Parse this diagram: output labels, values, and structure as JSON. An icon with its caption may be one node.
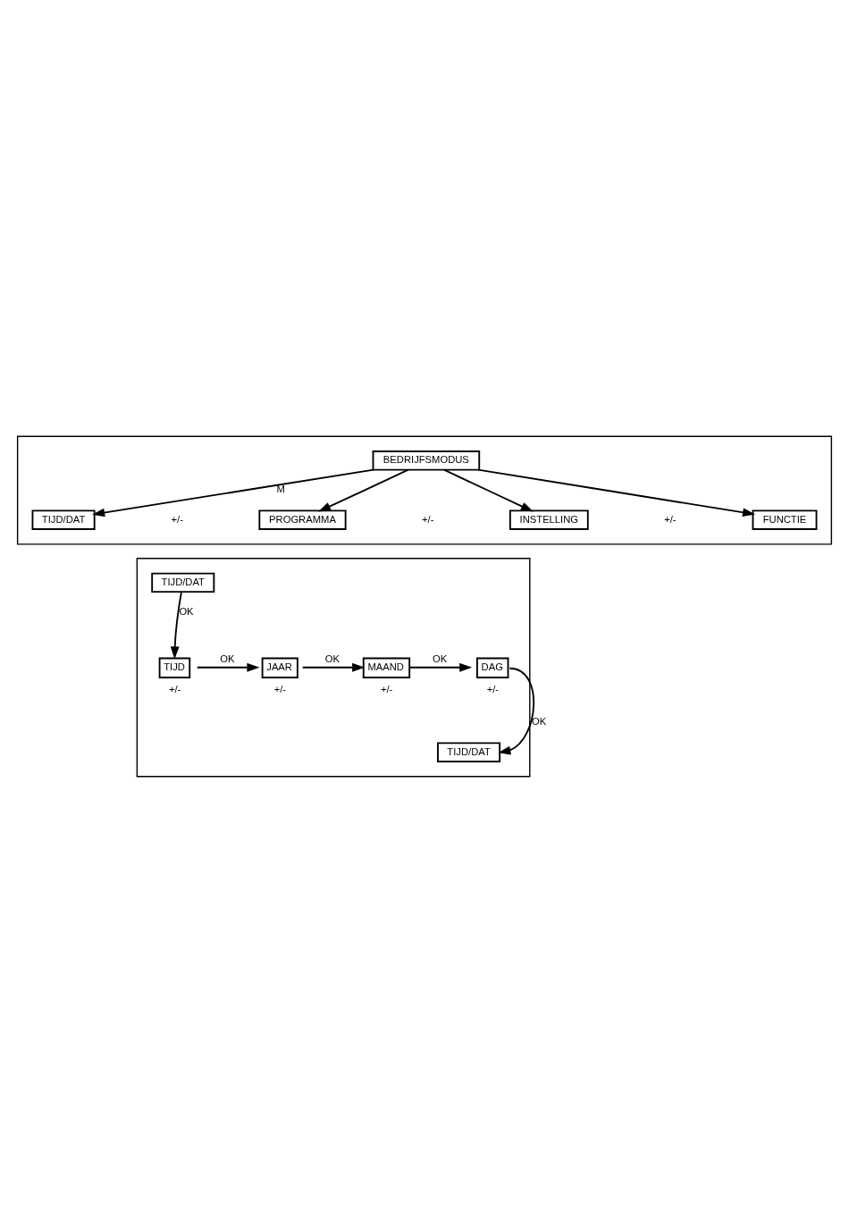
{
  "diagram": {
    "nodes": [
      {
        "text": [],
        "shape": "box"
      },
      {
        "text": [
          "BEDRIJFSMODUS"
        ],
        "in": 0
      },
      {
        "text": [
          "TIJD/DAT"
        ],
        "in": 0
      },
      {
        "text": [
          "PROGRAMMA"
        ],
        "in": 0
      },
      {
        "text": [
          "INSTELLING"
        ],
        "in": 0
      },
      {
        "text": [
          "FUNCTIE"
        ],
        "in": 0
      },
      {
        "text": [],
        "shape": "box"
      },
      {
        "text": [
          "TIJD/DAT"
        ],
        "in": 6
      },
      {
        "text": [
          "TIJD"
        ],
        "beside": [
          "+/-"
        ],
        "in": 6
      },
      {
        "text": [
          "JAAR"
        ],
        "beside": [
          "+/-"
        ],
        "in": 6
      },
      {
        "text": [
          "MAAND"
        ],
        "beside": [
          "+/-"
        ],
        "in": 6
      },
      {
        "text": [
          "DAG"
        ],
        "beside": [
          "+/-"
        ],
        "in": 6
      },
      {
        "text": [
          "TIJD/DAT"
        ],
        "in": 6
      }
    ],
    "edges": [
      {
        "from": 1,
        "to": 2,
        "arrow": "to",
        "label": "M"
      },
      {
        "from": 1,
        "to": 3,
        "arrow": "to"
      },
      {
        "from": 1,
        "to": 4,
        "arrow": "to"
      },
      {
        "from": 1,
        "to": 5,
        "arrow": "to"
      },
      {
        "from": 7,
        "to": 8,
        "arrow": "to",
        "label": "OK"
      },
      {
        "from": 8,
        "to": 9,
        "arrow": "to",
        "label": "OK"
      },
      {
        "from": 9,
        "to": 10,
        "arrow": "to",
        "label": "OK"
      },
      {
        "from": 10,
        "to": 11,
        "arrow": "to",
        "label": "OK"
      },
      {
        "from": 11,
        "to": 12,
        "arrow": "to",
        "label": "OK"
      }
    ],
    "labels": [
      "+/-",
      "+/-",
      "+/-"
    ]
  }
}
